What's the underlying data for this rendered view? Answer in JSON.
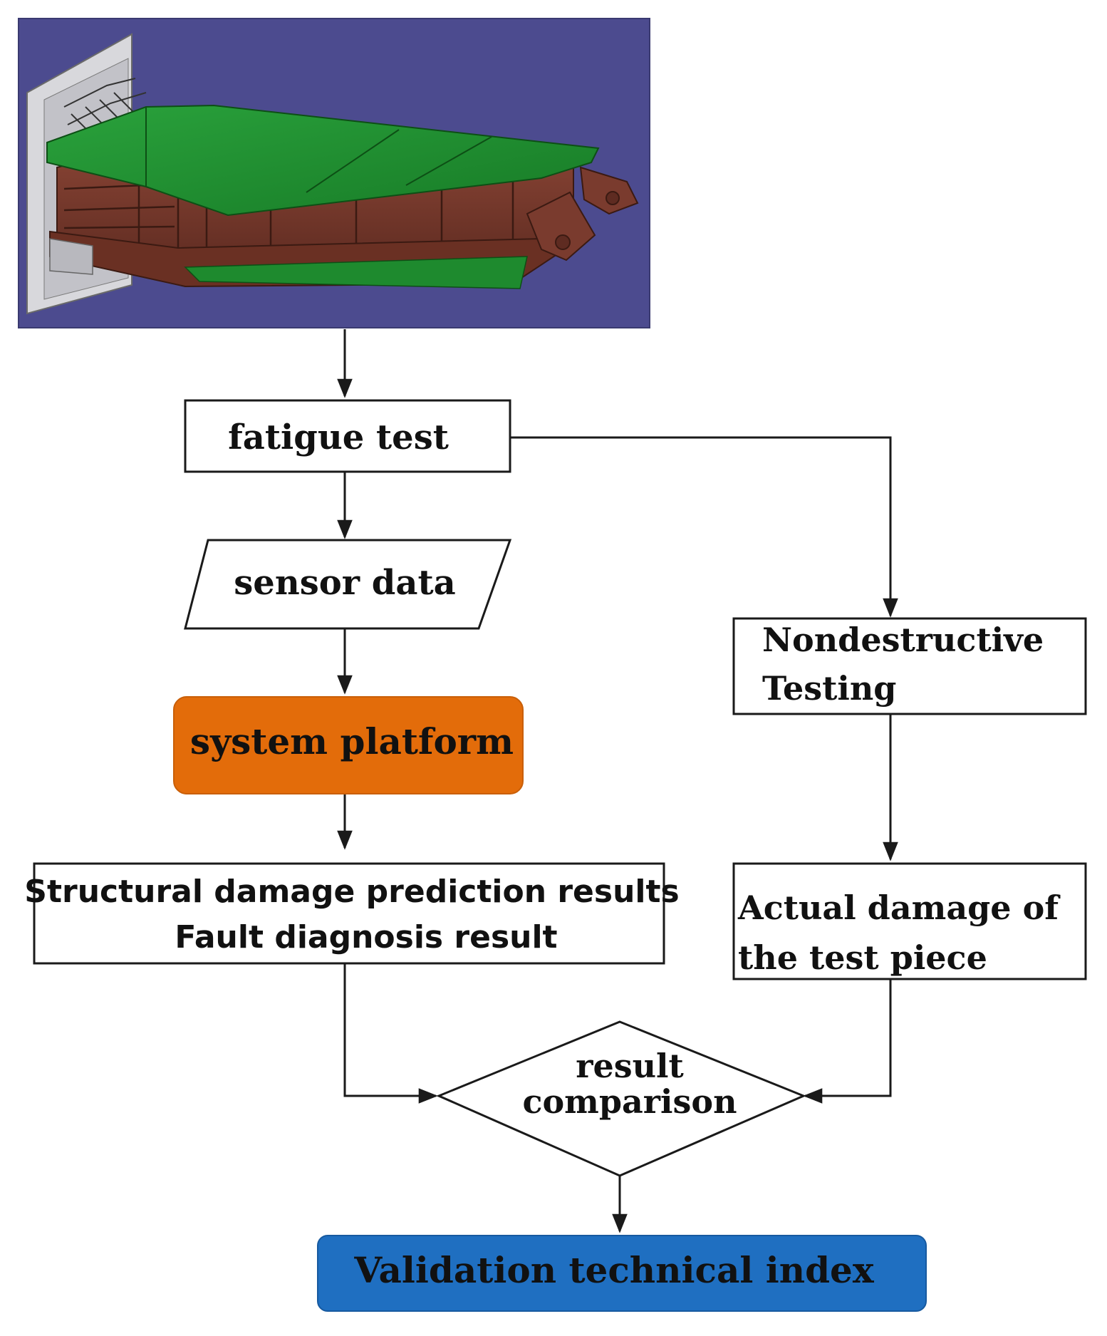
{
  "nodes": {
    "fatigue_test": "fatigue test",
    "sensor_data": "sensor data",
    "system_platform": "system platform",
    "prediction_line1": "Structural damage prediction results",
    "prediction_line2": "Fault diagnosis result",
    "ndt_line1": "Nondestructive",
    "ndt_line2": "Testing",
    "actual_line1": "Actual damage of",
    "actual_line2": "the test piece",
    "compare_line1": "result",
    "compare_line2": "comparison",
    "validation": "Validation technical index"
  },
  "colors": {
    "stroke": "#1a1a1a",
    "platform_fill": "#e36c0a",
    "validation_fill": "#1f6fc1",
    "cad_background": "#4a4a8c",
    "cad_plate_green": "#1e8a2e",
    "cad_rib_brown": "#7a3b2e"
  },
  "image": {
    "description_icon": "wing-box-cad-model-icon"
  }
}
